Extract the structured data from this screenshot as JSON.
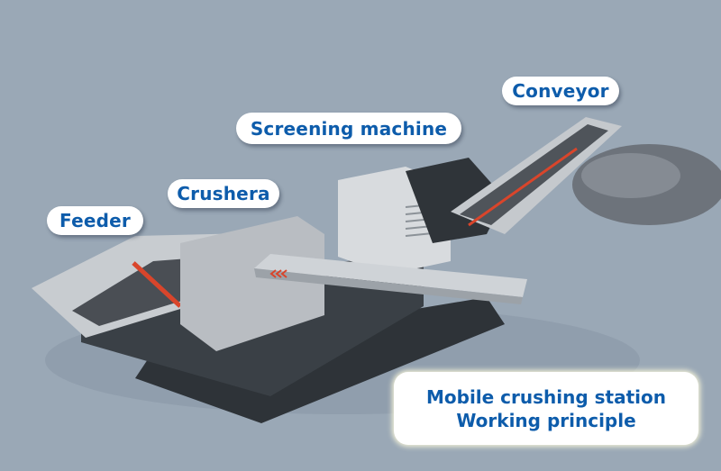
{
  "labels": {
    "conveyor": "Conveyor",
    "screening_machine": "Screening machine",
    "crusher": "Crushera",
    "feeder": "Feeder"
  },
  "info_box": {
    "line1": "Mobile crushing station",
    "line2": "Working principle"
  },
  "colors": {
    "background": "#9aa8b6",
    "label_text": "#0d5cab",
    "label_bg": "#ffffff",
    "machine_accent": "#d9452b"
  }
}
